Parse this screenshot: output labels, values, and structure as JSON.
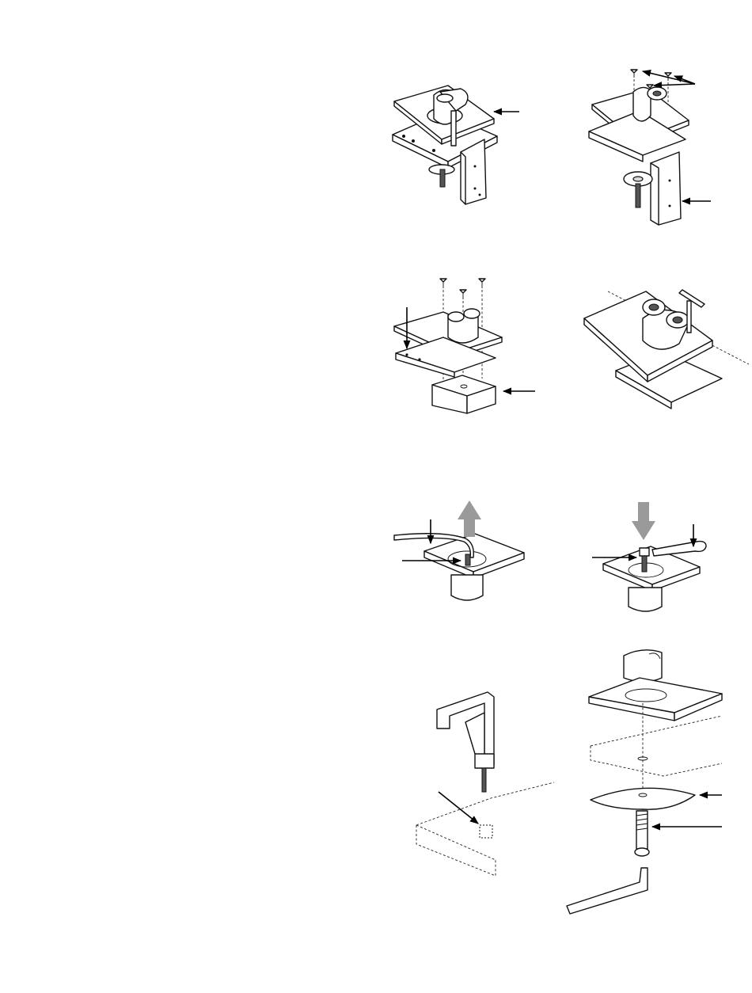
{
  "document": {
    "panels": [
      {
        "id": "clamp-assembled",
        "icon": "desk-clamp-mount"
      },
      {
        "id": "clamp-exploded",
        "icon": "desk-clamp-mount-exploded"
      },
      {
        "id": "grommet-exploded",
        "icon": "grommet-mount-exploded"
      },
      {
        "id": "head-tilt-wrench",
        "icon": "mount-head-with-hex-key"
      },
      {
        "id": "stud-removal",
        "icon": "hex-key-remove-stud",
        "motion": "up"
      },
      {
        "id": "stud-install",
        "icon": "wrench-install-stud",
        "motion": "down"
      },
      {
        "id": "drill-hole",
        "icon": "drill-desk-hole"
      },
      {
        "id": "through-bolt",
        "icon": "through-desk-bolt-assembly"
      }
    ],
    "colors": {
      "line": "#111111",
      "motion_arrow": "#9a9a9a",
      "background": "#ffffff"
    }
  }
}
